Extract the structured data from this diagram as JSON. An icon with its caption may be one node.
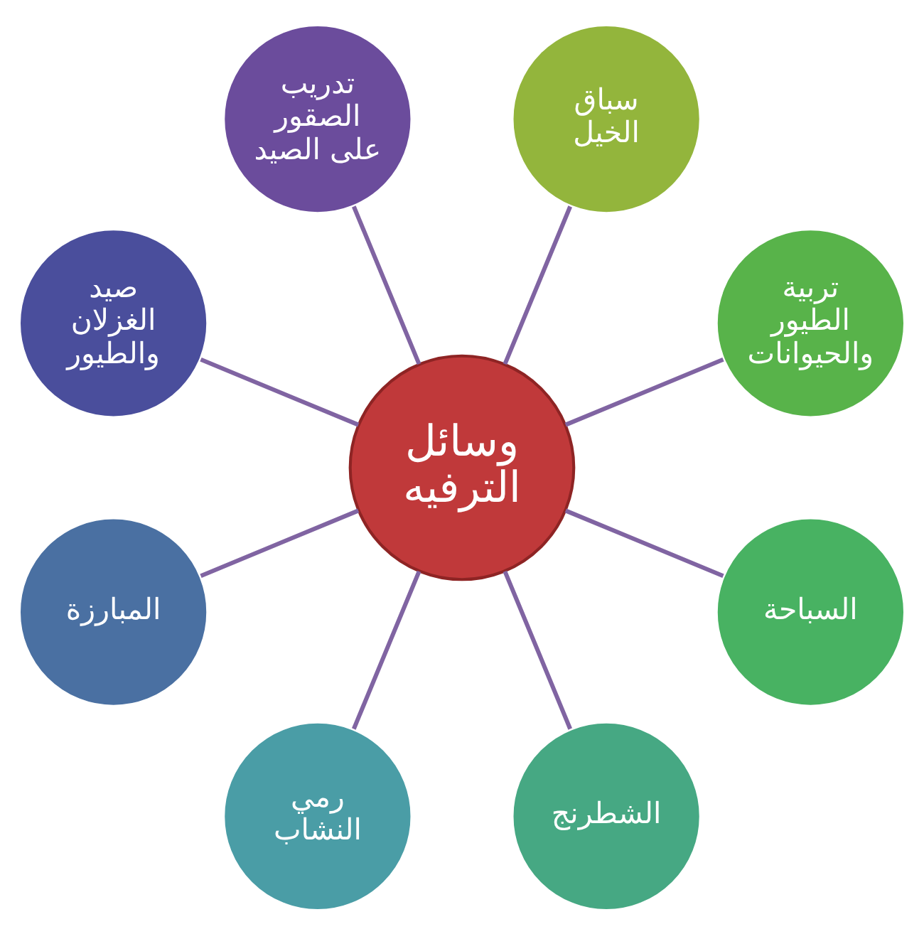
{
  "diagram": {
    "nodes": [
      {
        "text": [
          "وسائل الترفيه"
        ]
      },
      {
        "text": [
          "تربية الطيور والحيوانات"
        ]
      },
      {
        "text": [
          "سباق الخيل"
        ]
      },
      {
        "text": [
          "تدريب الصقور على الصيد"
        ]
      },
      {
        "text": [
          "صيد الغزلان والطيور"
        ]
      },
      {
        "text": [
          "المبارزة"
        ]
      },
      {
        "text": [
          "رمي النشاب"
        ]
      },
      {
        "text": [
          "الشطرنج"
        ]
      },
      {
        "text": [
          "السباحة"
        ]
      }
    ],
    "edges": [
      {
        "from": 0,
        "to": 1,
        "arrow": "none"
      },
      {
        "from": 0,
        "to": 2,
        "arrow": "none"
      },
      {
        "from": 0,
        "to": 3,
        "arrow": "none"
      },
      {
        "from": 0,
        "to": 4,
        "arrow": "none"
      },
      {
        "from": 0,
        "to": 5,
        "arrow": "none"
      },
      {
        "from": 0,
        "to": 6,
        "arrow": "none"
      },
      {
        "from": 0,
        "to": 7,
        "arrow": "none"
      },
      {
        "from": 0,
        "to": 8,
        "arrow": "none"
      }
    ]
  }
}
